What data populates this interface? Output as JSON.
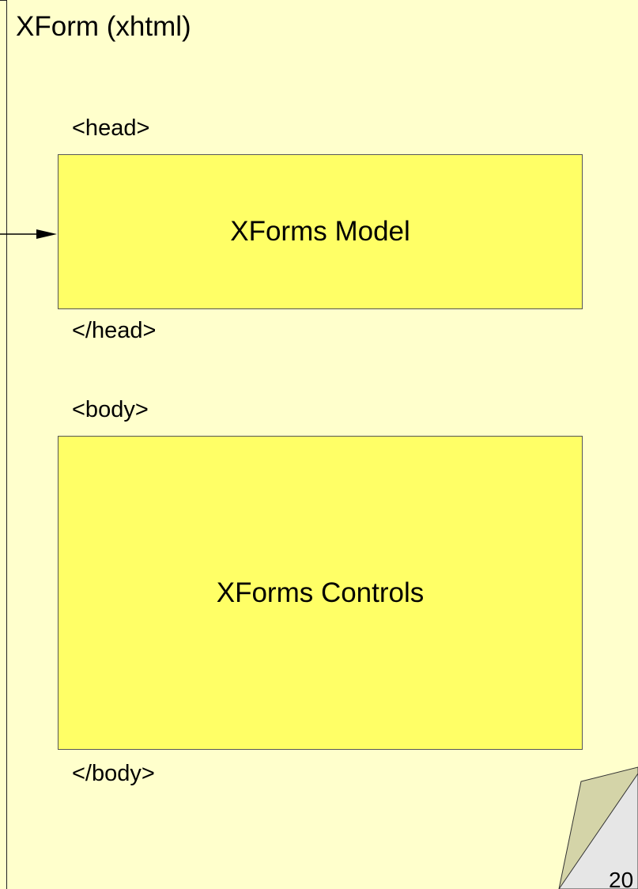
{
  "diagram": {
    "title": "XForm (xhtml)",
    "head_open": "<head>",
    "model_label": "XForms Model",
    "head_close": "</head>",
    "body_open": "<body>",
    "controls_label": "XForms Controls",
    "body_close": "</body>",
    "page_number": "20"
  },
  "colors": {
    "page_background": "#ffffcc",
    "box_fill": "#ffff66",
    "page_curl_front": "#d4d4a8",
    "page_curl_back": "#e6e6e6"
  }
}
